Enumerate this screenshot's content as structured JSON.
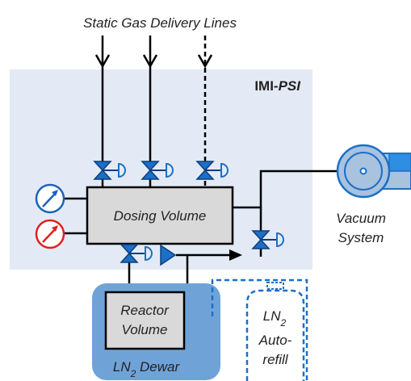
{
  "header": {
    "title": "Static Gas Delivery Lines"
  },
  "panel": {
    "brand_main": "IMI-",
    "brand_italic": "PSI"
  },
  "dosing_volume": {
    "label": "Dosing Volume"
  },
  "vacuum": {
    "line1": "Vacuum",
    "line2": "System"
  },
  "reactor": {
    "line1": "Reactor",
    "line2": "Volume"
  },
  "dewar": {
    "label_main": "LN",
    "label_sub": "2",
    "label_rest": " Dewar"
  },
  "autofill": {
    "line1_main": "LN",
    "line1_sub": "2",
    "line2": "Auto-",
    "line3": "refill"
  },
  "colors": {
    "panel_bg": "#e3eaf6",
    "valve_blue": "#1b6fc8",
    "gauge_blue": "#1a63b8",
    "gauge_red": "#e02020",
    "dewar_blue": "#6fa3d8",
    "box_grey": "#d9d9d9",
    "pump_blue": "#a9c2dd",
    "pump_accent": "#2e8ee0"
  }
}
